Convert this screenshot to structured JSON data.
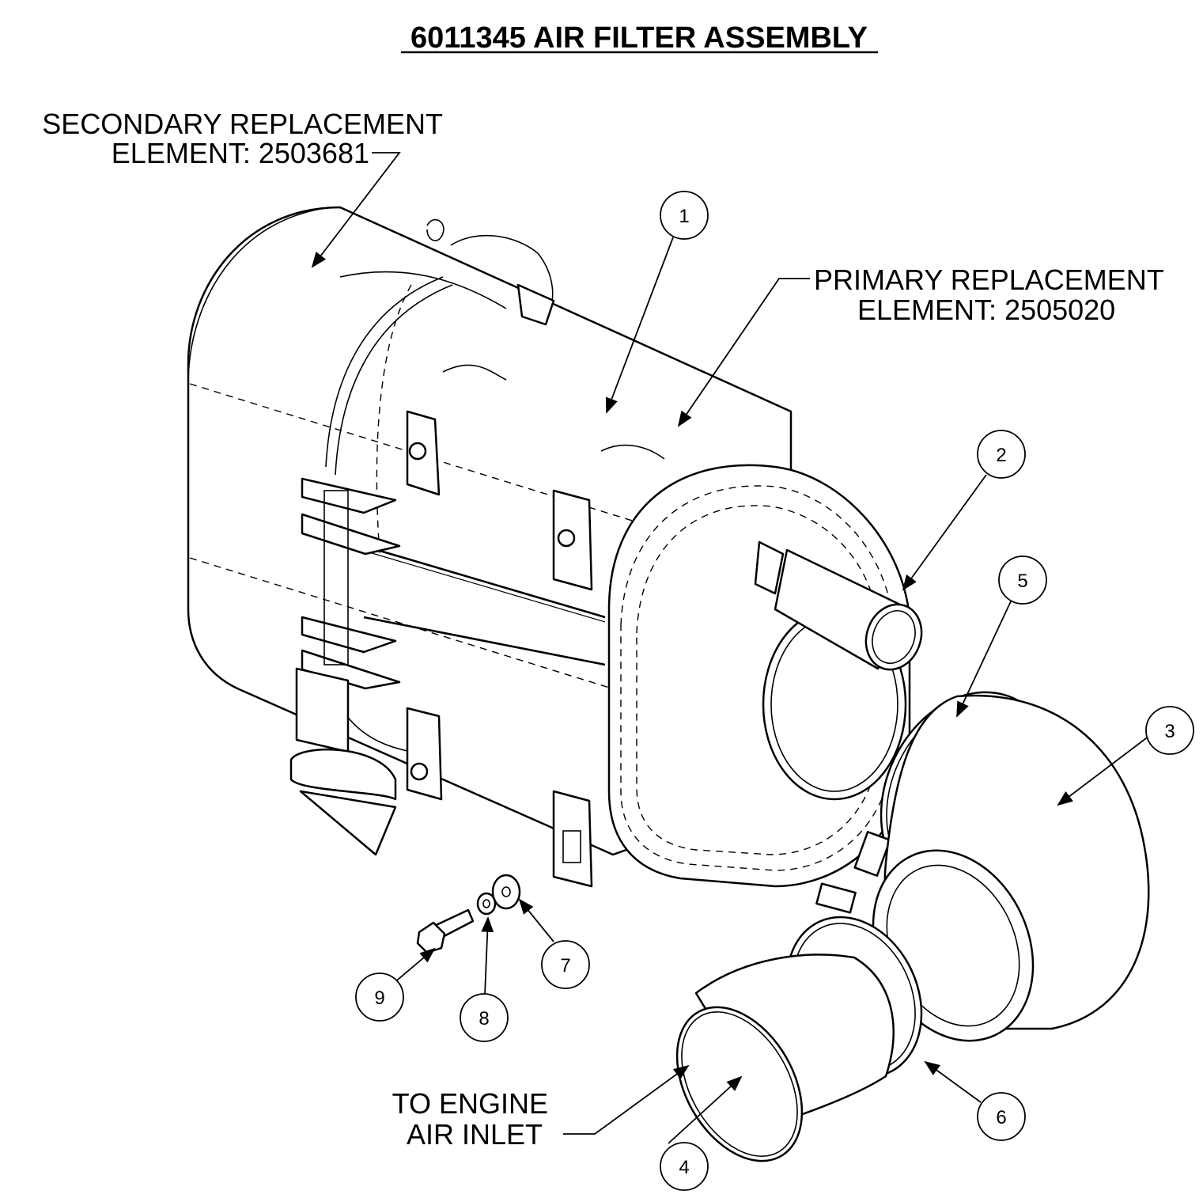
{
  "title": "6011345 AIR FILTER ASSEMBLY",
  "labels": {
    "secondary_line1": "SECONDARY REPLACEMENT",
    "secondary_line2": "ELEMENT:  2503681",
    "primary_line1": "PRIMARY REPLACEMENT",
    "primary_line2": "ELEMENT:  2505020",
    "engine_line1": "TO ENGINE",
    "engine_line2": "AIR INLET"
  },
  "callouts": [
    {
      "number": "1"
    },
    {
      "number": "2"
    },
    {
      "number": "3"
    },
    {
      "number": "4"
    },
    {
      "number": "5"
    },
    {
      "number": "6"
    },
    {
      "number": "7"
    },
    {
      "number": "8"
    },
    {
      "number": "9"
    }
  ]
}
